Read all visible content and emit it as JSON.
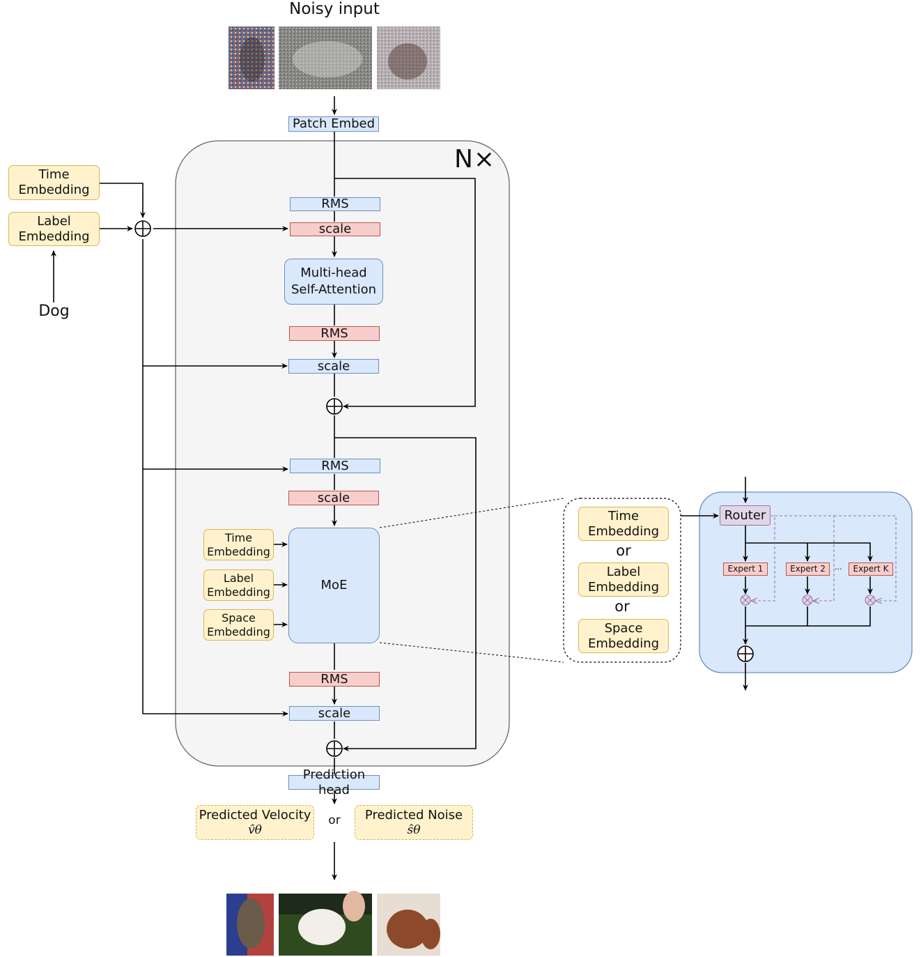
{
  "title": "Noisy input",
  "nx_label": "N×",
  "patch_embed": "Patch Embed",
  "prediction_head": "Prediction head",
  "dog_label": "Dog",
  "cond": {
    "time_embedding": "Time\nEmbedding",
    "label_embedding": "Label\nEmbedding"
  },
  "block": {
    "rms": "RMS",
    "scale": "scale",
    "attention": "Multi-head\nSelf-Attention",
    "moe": "MoE",
    "moe_inputs": [
      "Time\nEmbedding",
      "Label\nEmbedding",
      "Space\nEmbedding"
    ]
  },
  "outputs": {
    "velocity": "Predicted Velocity",
    "velocity_symbol": "v̂θ",
    "noise": "Predicted Noise",
    "noise_symbol": "ŝθ",
    "or": "or"
  },
  "zoom": {
    "options": [
      "Time\nEmbedding",
      "Label\nEmbedding",
      "Space\nEmbedding"
    ],
    "or": "or"
  },
  "moe_detail": {
    "router": "Router",
    "experts": [
      "Expert 1",
      "Expert 2",
      "Expert K"
    ],
    "ellipsis": "..."
  },
  "colors": {
    "blue_fill": "#dae8fc",
    "red_fill": "#f8cecc",
    "yellow_fill": "#fff2cc",
    "purple_fill": "#e1d5e7",
    "panel_fill": "#f5f5f5",
    "moe_panel_fill": "#dae8fc"
  },
  "icons": {
    "sum": "circle-plus-icon",
    "multiply": "circle-times-icon"
  }
}
